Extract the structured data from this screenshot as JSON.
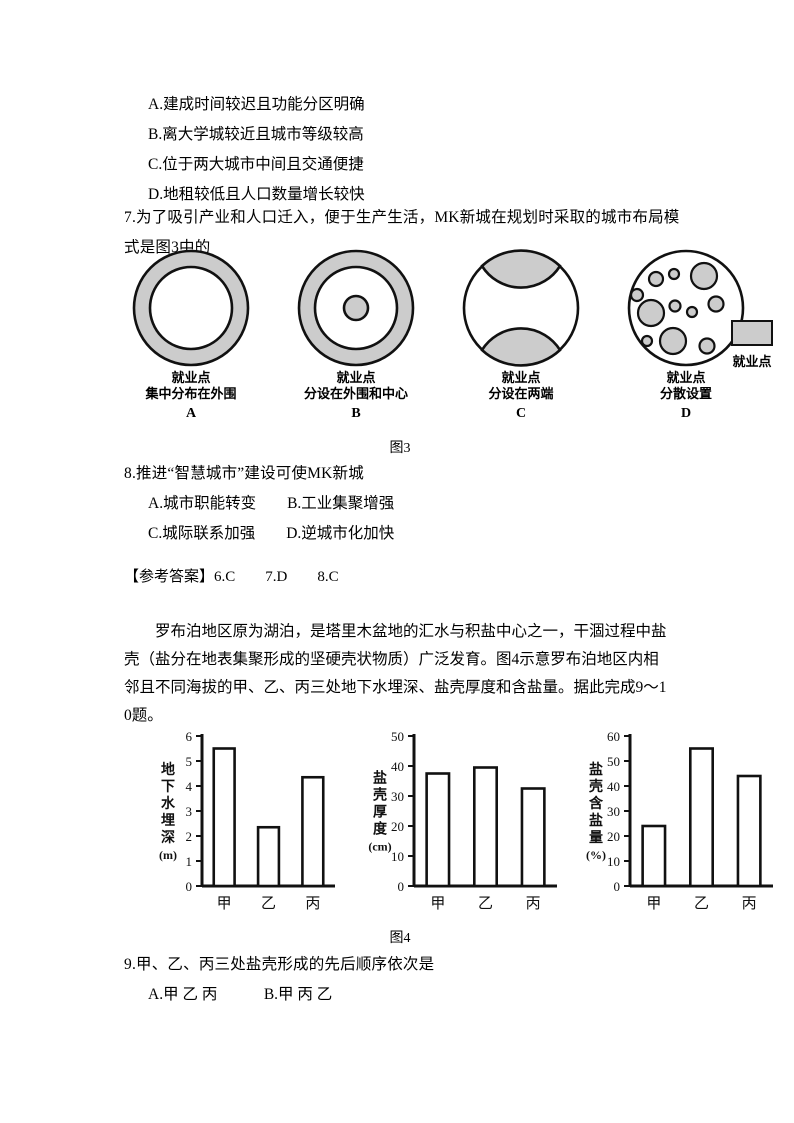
{
  "question6_options": [
    "A.建成时间较迟且功能分区明确",
    "B.离大学城较近且城市等级较高",
    "C.位于两大城市中间且交通便捷",
    "D.地租较低且人口数量增长较快"
  ],
  "question7": {
    "stem_line1": "7.为了吸引产业和人口迁入，便于生产生活，MK新城在规划时采取的城市布局模",
    "stem_line2": "式是图3中的"
  },
  "figure3": {
    "caption": "图3",
    "models": [
      {
        "letter": "A",
        "cap_line1": "就业点",
        "cap_line2": "集中分布在外围"
      },
      {
        "letter": "B",
        "cap_line1": "就业点",
        "cap_line2": "分设在外围和中心"
      },
      {
        "letter": "C",
        "cap_line1": "就业点",
        "cap_line2": "分设在两端"
      },
      {
        "letter": "D",
        "cap_line1": "就业点",
        "cap_line2": "分散设置"
      }
    ],
    "legend_label": "就业点",
    "fill_color": "#cccccc",
    "stroke_color": "#111111"
  },
  "question8": {
    "stem": "8.推进“智慧城市”建设可使MK新城",
    "options_line1": "A.城市职能转变　　B.工业集聚增强",
    "options_line2": "C.城际联系加强　　D.逆城市化加快"
  },
  "answers": {
    "label": "【参考答案】",
    "items": "6.C　　7.D　　8.C"
  },
  "passage": {
    "line1": "　　罗布泊地区原为湖泊，是塔里木盆地的汇水与积盐中心之一，干涸过程中盐",
    "line2": "壳（盐分在地表集聚形成的坚硬壳状物质）广泛发育。图4示意罗布泊地区内相",
    "line3": "邻且不同海拔的甲、乙、丙三处地下水埋深、盐壳厚度和含盐量。据此完成9～1",
    "line4": "0题。"
  },
  "figure4": {
    "caption": "图4"
  },
  "question9": {
    "stem": "9.甲、乙、丙三处盐壳形成的先后顺序依次是",
    "options_line1": "A.甲 乙 丙　　　B.甲 丙 乙"
  },
  "chart_data": [
    {
      "type": "bar",
      "title": "",
      "ylabel": "地下水埋深（m）",
      "ylabel_chars": [
        "地",
        "下",
        "水",
        "埋",
        "深",
        "(m)"
      ],
      "xlabel": "",
      "categories": [
        "甲",
        "乙",
        "丙"
      ],
      "values": [
        5.5,
        2.35,
        4.35
      ],
      "ylim": [
        0,
        6
      ],
      "yticks": [
        0,
        1,
        2,
        3,
        4,
        5,
        6
      ],
      "grid": false,
      "legend": "none",
      "bar_fill": "#ffffff",
      "bar_stroke": "#111111"
    },
    {
      "type": "bar",
      "title": "",
      "ylabel": "盐壳厚度（cm）",
      "ylabel_chars": [
        "盐",
        "壳",
        "厚",
        "度",
        "(cm)"
      ],
      "xlabel": "",
      "categories": [
        "甲",
        "乙",
        "丙"
      ],
      "values": [
        37.5,
        39.5,
        32.5
      ],
      "ylim": [
        0,
        50
      ],
      "yticks": [
        0,
        10,
        20,
        30,
        40,
        50
      ],
      "grid": false,
      "legend": "none",
      "bar_fill": "#ffffff",
      "bar_stroke": "#111111"
    },
    {
      "type": "bar",
      "title": "",
      "ylabel": "盐壳含盐量（%）",
      "ylabel_chars": [
        "盐",
        "壳",
        "含",
        "盐",
        "量",
        "(%)"
      ],
      "xlabel": "",
      "categories": [
        "甲",
        "乙",
        "丙"
      ],
      "values": [
        24,
        55,
        44
      ],
      "ylim": [
        0,
        60
      ],
      "yticks": [
        0,
        10,
        20,
        30,
        40,
        50,
        60
      ],
      "grid": false,
      "legend": "none",
      "bar_fill": "#ffffff",
      "bar_stroke": "#111111"
    }
  ]
}
